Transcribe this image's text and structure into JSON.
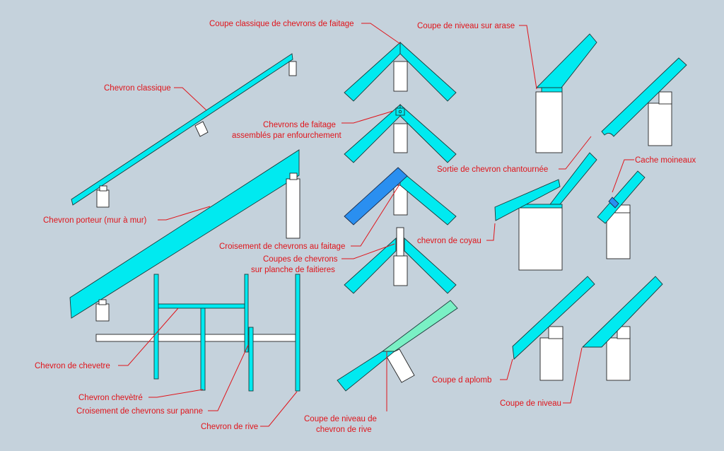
{
  "labels": {
    "coupe_classique_faitage": "Coupe classique de chevrons de faitage",
    "coupe_niveau_arase": "Coupe de niveau sur arase",
    "chevron_classique": "Chevron classique",
    "faitage_enfourchement_1": "Chevrons de faitage",
    "faitage_enfourchement_2": "assemblés par enfourchement",
    "sortie_chantournee": "Sortie de chevron chantournée",
    "cache_moineaux": "Cache moineaux",
    "chevron_porteur": "Chevron porteur (mur à mur)",
    "chevron_coyau": "chevron de coyau",
    "croisement_faitage": "Croisement de chevrons au faitage",
    "coupes_planche_1": "Coupes de chevrons",
    "coupes_planche_2": "sur planche de faitieres",
    "chevron_chevetre": "Chevron de chevetre",
    "coupe_aplomb": "Coupe d aplomb",
    "chevron_chevetre_2": "Chevron chevètré",
    "coupe_niveau": "Coupe de niveau",
    "croisement_panne": "Croisement de chevrons sur panne",
    "chevron_rive": "Chevron de rive",
    "coupe_niveau_rive_1": "Coupe de niveau de",
    "coupe_niveau_rive_2": "chevron de rive"
  },
  "colors": {
    "background": "#c5d2dc",
    "rafter": "#00eaf0",
    "rafter_highlight_blue": "#2a8ff0",
    "rafter_highlight_green": "#7af0c4",
    "label": "#e0141a",
    "post": "#ffffff"
  }
}
